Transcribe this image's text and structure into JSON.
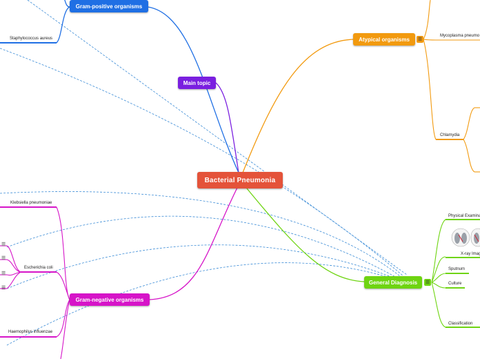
{
  "central": {
    "label": "Bacterial Pneumonia",
    "color": "#e4533a"
  },
  "main_topics": {
    "main_topic": {
      "label": "Main topic",
      "color": "#7a1fe0"
    },
    "gram_positive": {
      "label": "Gram-positive organisms",
      "color": "#1f6fe4"
    },
    "atypical": {
      "label": "Atypical organisms",
      "color": "#f29a0f"
    },
    "gram_negative": {
      "label": "Gram-negative organisms",
      "color": "#d614c8"
    },
    "general_diagnosis": {
      "label": "General Diagnosis",
      "color": "#6ed411"
    }
  },
  "subtopics": {
    "staphylococcus": "Staphylococcus aureus",
    "mycoplasma": "Mycoplasma pneumo",
    "chlamydia": "Chlamydia",
    "klebsiella": "Klebsiella pneumoniae",
    "escherichia": "Escherichia coli",
    "haemophilus": "Haemophilus influenzae",
    "physical_exam": "Physical Examina",
    "xray": "X-ray Imag",
    "sputnum": "Sputnum",
    "culture": "Culture",
    "classification": "Classification"
  },
  "note_icon": "notes-icon",
  "note_glyph": "☰",
  "relationship_color": "#3a8bd6"
}
